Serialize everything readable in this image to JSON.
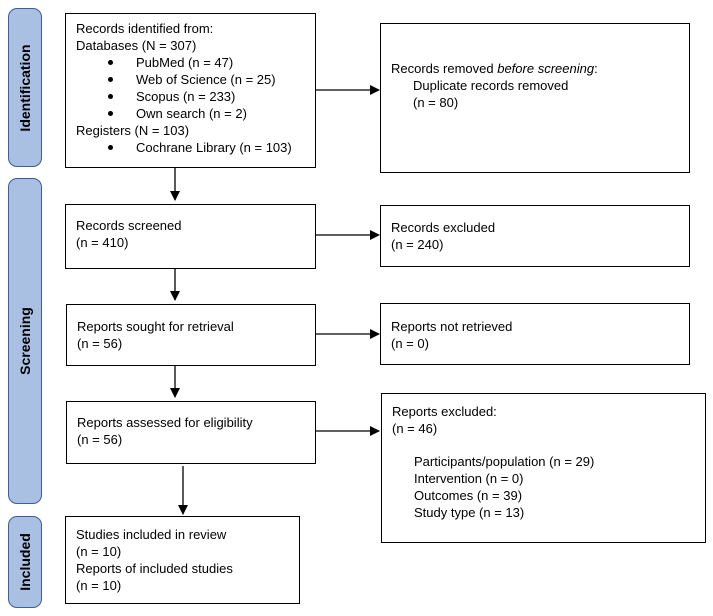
{
  "phases": {
    "identification": "Identification",
    "screening": "Screening",
    "included": "Included"
  },
  "identified": {
    "title": "Records identified from:",
    "databases": "Databases (N = 307)",
    "db_items": [
      "PubMed (n = 47)",
      "Web of Science (n = 25)",
      "Scopus (n = 233)",
      "Own search (n = 2)"
    ],
    "registers": "Registers (N = 103)",
    "reg_items": [
      "Cochrane Library (n = 103)"
    ]
  },
  "removed": {
    "prefix": "Records removed ",
    "emph": "before screening",
    "suffix": ":",
    "line2": "Duplicate records removed",
    "line3": "(n = 80)"
  },
  "screened": {
    "line1": "Records screened",
    "line2": "(n = 410)"
  },
  "excluded": {
    "line1": "Records excluded",
    "line2": "(n = 240)"
  },
  "sought": {
    "line1": "Reports sought for retrieval",
    "line2": "(n = 56)"
  },
  "not_retrieved": {
    "line1": "Reports not retrieved",
    "line2": "(n = 0)"
  },
  "assessed": {
    "line1": "Reports assessed for eligibility",
    "line2": "(n = 56)"
  },
  "reports_excluded": {
    "line1": "Reports excluded:",
    "line2": "(n = 46)",
    "reasons": [
      "Participants/population (n = 29)",
      "Intervention (n = 0)",
      "Outcomes (n = 39)",
      "Study type (n = 13)"
    ]
  },
  "included": {
    "line1": "Studies included in review",
    "line2": "(n = 10)",
    "line3": "Reports of included studies",
    "line4": "(n = 10)"
  }
}
